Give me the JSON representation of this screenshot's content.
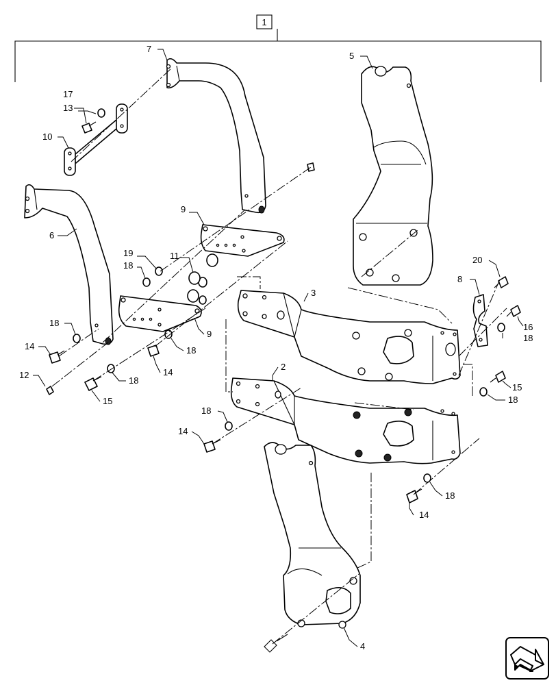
{
  "assembly_label": "1",
  "callouts": {
    "c2": "2",
    "c3": "3",
    "c4": "4",
    "c5": "5",
    "c6": "6",
    "c7": "7",
    "c8": "8",
    "c9": "9",
    "c10": "10",
    "c11": "11",
    "c12": "12",
    "c13": "13",
    "c14": "14",
    "c15": "15",
    "c16": "16",
    "c17": "17",
    "c18": "18",
    "c19": "19",
    "c20": "20"
  },
  "nav_icon": "next-page-arrow-icon"
}
